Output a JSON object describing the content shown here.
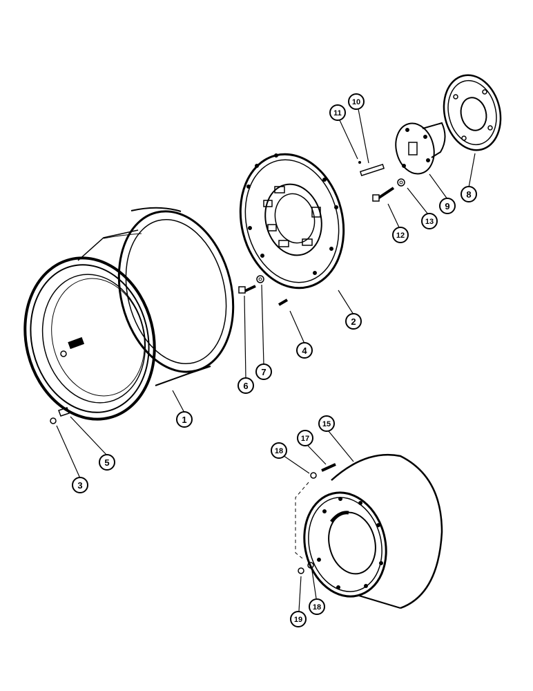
{
  "callouts": {
    "c1": "1",
    "c2": "2",
    "c3": "3",
    "c4": "4",
    "c5": "5",
    "c6": "6",
    "c7": "7",
    "c8": "8",
    "c9": "9",
    "c10": "10",
    "c11": "11",
    "c12": "12",
    "c13": "13",
    "c15": "15",
    "c17": "17",
    "c18a": "18",
    "c18b": "18",
    "c19": "19"
  }
}
